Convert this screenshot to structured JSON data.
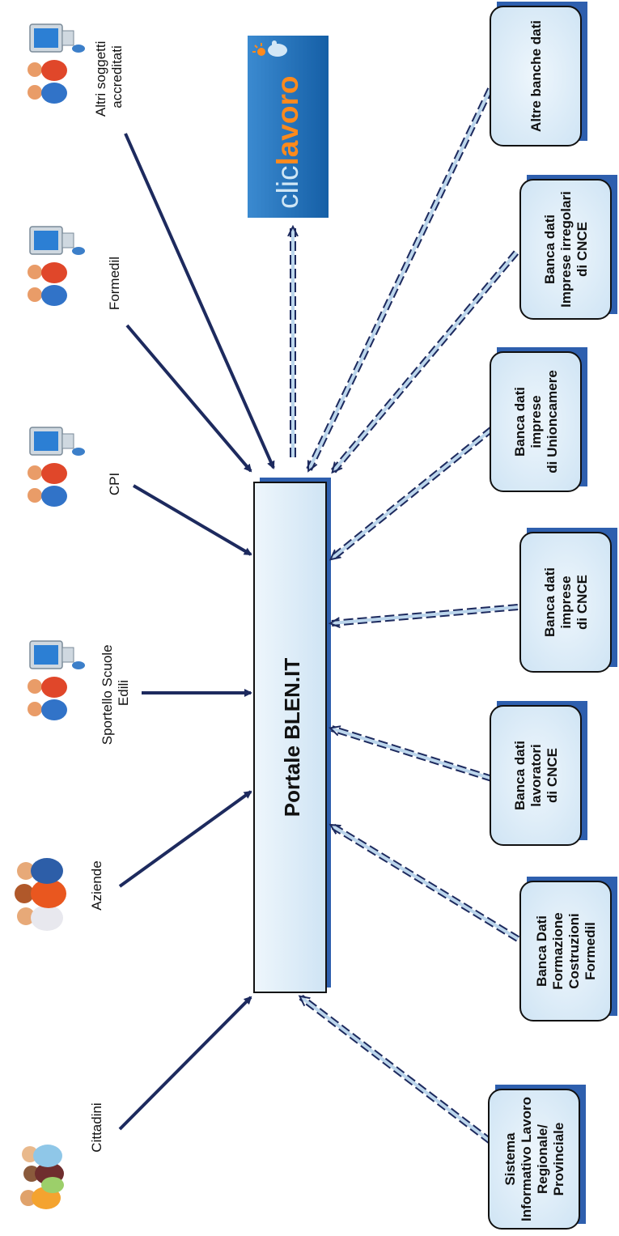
{
  "portal": {
    "label": "Portale BLEN.IT"
  },
  "logo": {
    "part1": "clic",
    "part2": "lavoro"
  },
  "sources": [
    {
      "lines": [
        "Cittadini"
      ]
    },
    {
      "lines": [
        "Aziende"
      ]
    },
    {
      "lines": [
        "Sportello Scuole",
        "Edili"
      ]
    },
    {
      "lines": [
        "CPI"
      ]
    },
    {
      "lines": [
        "Formedil"
      ]
    },
    {
      "lines": [
        "Altri soggetti",
        "accreditati"
      ]
    }
  ],
  "databases": [
    {
      "lines": [
        "Sistema",
        "Informativo Lavoro",
        "Regionale/",
        "Provinciale"
      ]
    },
    {
      "lines": [
        "Banca Dati",
        "Formazione",
        "Costruzioni",
        "Formedil"
      ]
    },
    {
      "lines": [
        "Banca dati",
        "lavoratori",
        "di CNCE"
      ]
    },
    {
      "lines": [
        "Banca dati",
        "imprese",
        "di CNCE"
      ]
    },
    {
      "lines": [
        "Banca dati",
        "imprese",
        "di Unioncamere"
      ]
    },
    {
      "lines": [
        "Banca dati",
        "Imprese irregolari",
        "di CNCE"
      ]
    },
    {
      "lines": [
        "Altre banche dati"
      ]
    }
  ],
  "colors": {
    "arrow_solid": "#1d2a5e",
    "arrow_dashed_fill": "#bcd6ec",
    "box_fill": "#d6e9f6",
    "box_shadow": "#2e5fae",
    "logo_bg": "#1e6fb8",
    "logo_accent": "#ff8a1c"
  }
}
